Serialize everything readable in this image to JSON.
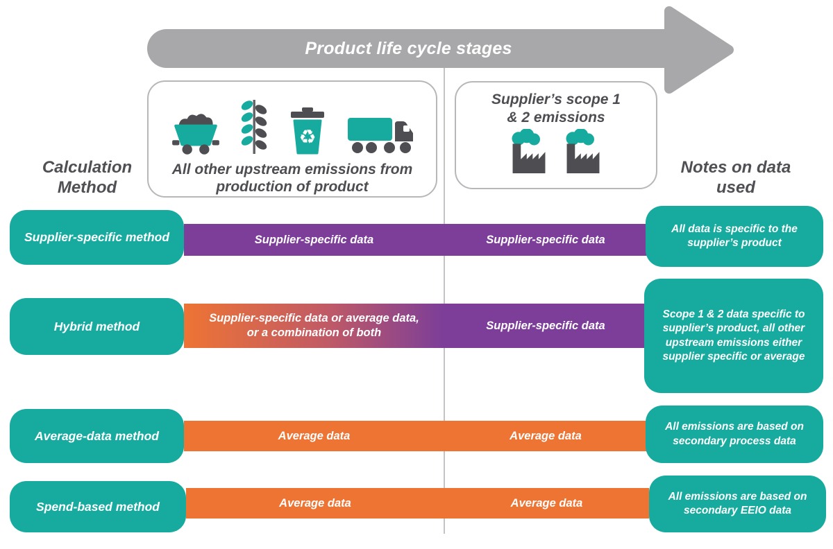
{
  "arrow": {
    "label": "Product life cycle stages"
  },
  "headers": {
    "calculation_method": "Calculation Method",
    "notes": "Notes on data used"
  },
  "stage_boxes": {
    "upstream": {
      "label": "All other upstream emissions from production of product",
      "icons": [
        "mine-cart-icon",
        "wheat-icon",
        "recycle-bin-icon",
        "truck-icon"
      ]
    },
    "scope12": {
      "label": "Supplier’s scope 1 & 2 emissions",
      "icons": [
        "factory-icon",
        "factory-icon"
      ]
    }
  },
  "rows": [
    {
      "method": "Supplier-specific method",
      "upstream_data": "Supplier-specific data",
      "scope_data": "Supplier-specific data",
      "notes": "All data is specific to the supplier’s product",
      "upstream_style": "purple",
      "scope_style": "purple"
    },
    {
      "method": "Hybrid method",
      "upstream_data": "Supplier-specific data or average data, or a combination of both",
      "scope_data": "Supplier-specific data",
      "notes": "Scope 1 & 2 data specific to supplier’s product, all other upstream emissions either supplier specific or average",
      "upstream_style": "orange-to-purple-gradient",
      "scope_style": "purple"
    },
    {
      "method": "Average-data method",
      "upstream_data": "Average data",
      "scope_data": "Average data",
      "notes": "All emissions are based on secondary process data",
      "upstream_style": "orange",
      "scope_style": "orange"
    },
    {
      "method": "Spend-based method",
      "upstream_data": "Average data",
      "scope_data": "Average data",
      "notes": "All emissions are based on secondary EEIO data",
      "upstream_style": "orange",
      "scope_style": "orange"
    }
  ],
  "colors": {
    "teal": "#17ab9f",
    "purple": "#7c3e99",
    "orange": "#ee7434",
    "arrow_gray": "#a8a8ab",
    "heading_text": "#4f4f54",
    "box_border": "#b7b7ba",
    "divider": "#c3c3c6",
    "bar_text": "#ffffff"
  }
}
